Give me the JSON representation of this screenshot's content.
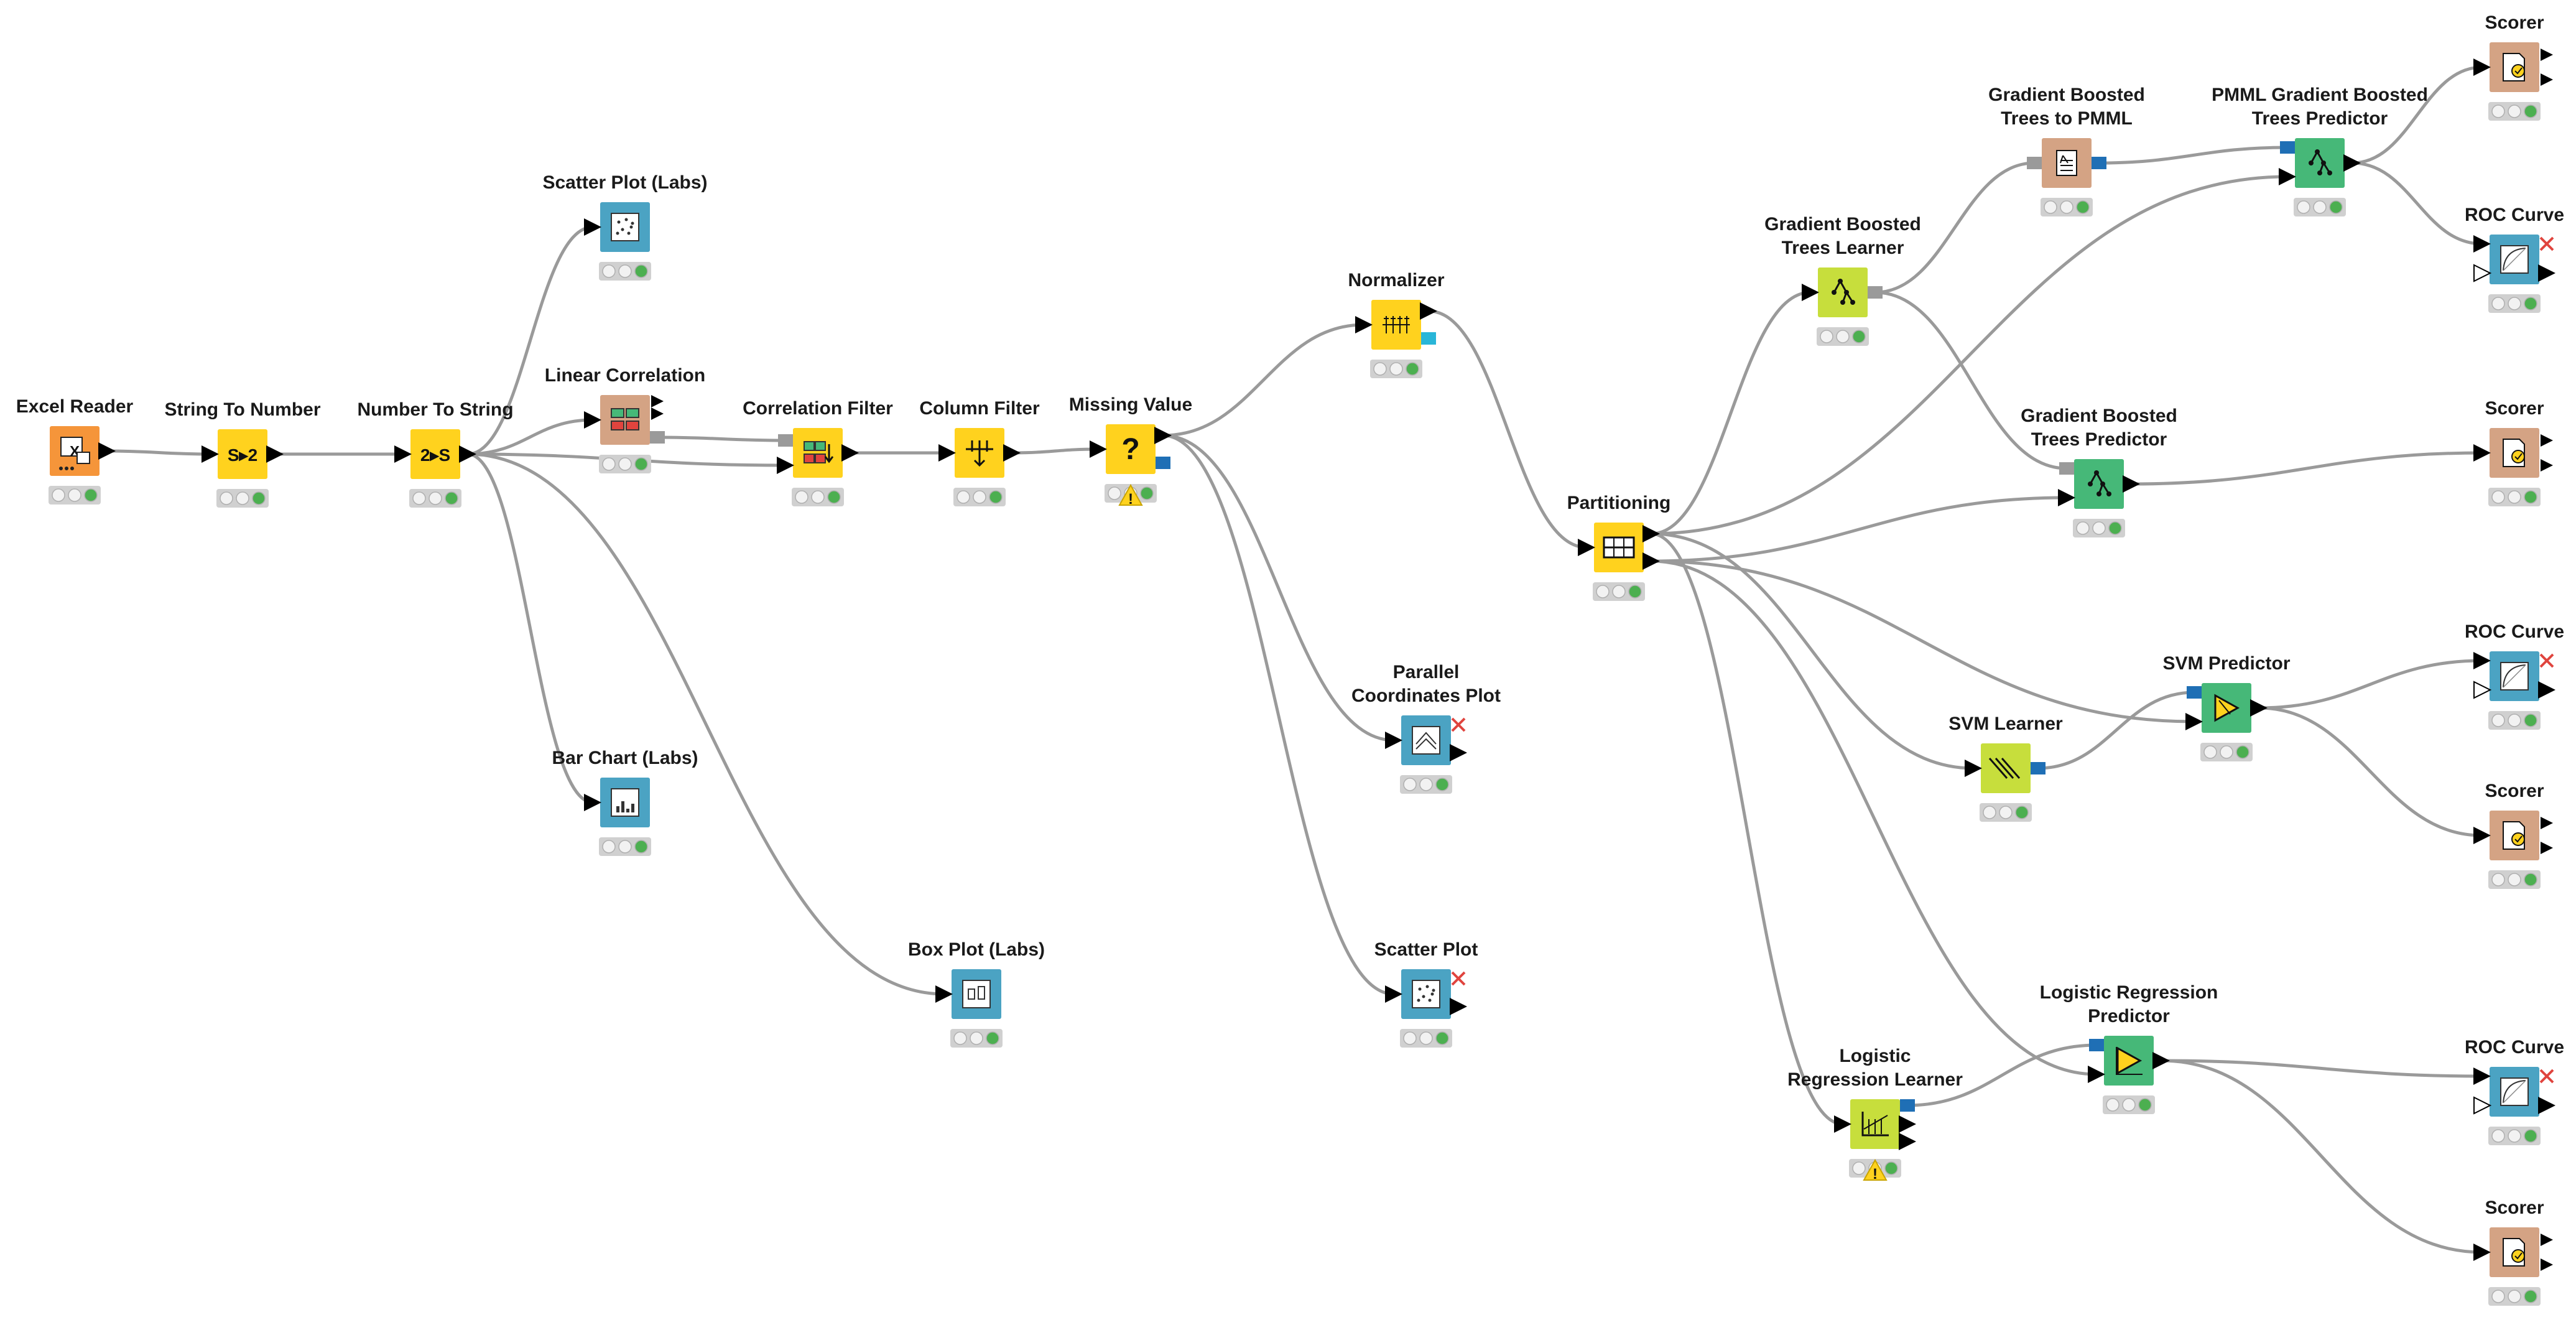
{
  "workflow": {
    "colors": {
      "source": "#F5953A",
      "manipulator": "#FFD21E",
      "learner": "#C7DE3C",
      "predictor": "#46B878",
      "visualizer": "#4BA3C3",
      "other": "#D4A384",
      "connection": "#9a9a9a",
      "status_green": "#4caf50",
      "status_empty": "#f2f2f2",
      "warning": "#ffd21e"
    },
    "nodes": [
      {
        "id": "excel-reader",
        "label": [
          "Excel Reader"
        ],
        "category": "source",
        "icon": "excel-icon",
        "warning": false
      },
      {
        "id": "string-to-number",
        "label": [
          "String To Number"
        ],
        "category": "manipulator",
        "icon": "string-to-number-icon",
        "glyph": "S▸2",
        "warning": false
      },
      {
        "id": "number-to-string",
        "label": [
          "Number To String"
        ],
        "category": "manipulator",
        "icon": "number-to-string-icon",
        "glyph": "2▸S",
        "warning": false
      },
      {
        "id": "scatter-plot-labs",
        "label": [
          "Scatter Plot (Labs)"
        ],
        "category": "visualizer",
        "icon": "scatter-plot-icon",
        "warning": false
      },
      {
        "id": "linear-correlation",
        "label": [
          "Linear Correlation"
        ],
        "category": "other",
        "icon": "correlation-matrix-icon",
        "warning": false
      },
      {
        "id": "bar-chart-labs",
        "label": [
          "Bar Chart (Labs)"
        ],
        "category": "visualizer",
        "icon": "bar-chart-icon",
        "warning": false
      },
      {
        "id": "box-plot-labs",
        "label": [
          "Box Plot (Labs)"
        ],
        "category": "visualizer",
        "icon": "box-plot-icon",
        "warning": false
      },
      {
        "id": "correlation-filter",
        "label": [
          "Correlation Filter"
        ],
        "category": "manipulator",
        "icon": "correlation-filter-icon",
        "warning": false
      },
      {
        "id": "column-filter",
        "label": [
          "Column Filter"
        ],
        "category": "manipulator",
        "icon": "column-filter-icon",
        "warning": false
      },
      {
        "id": "missing-value",
        "label": [
          "Missing Value"
        ],
        "category": "manipulator",
        "icon": "question-mark-icon",
        "glyph": "?",
        "warning": true
      },
      {
        "id": "normalizer",
        "label": [
          "Normalizer"
        ],
        "category": "manipulator",
        "icon": "normalizer-icon",
        "warning": false
      },
      {
        "id": "parallel-coordinates-plot",
        "label": [
          "Parallel",
          "Coordinates Plot"
        ],
        "category": "visualizer",
        "icon": "parallel-coordinates-icon",
        "warning": false
      },
      {
        "id": "scatter-plot",
        "label": [
          "Scatter Plot"
        ],
        "category": "visualizer",
        "icon": "scatter-plot-icon",
        "warning": false
      },
      {
        "id": "partitioning",
        "label": [
          "Partitioning"
        ],
        "category": "manipulator",
        "icon": "partitioning-icon",
        "warning": false
      },
      {
        "id": "gbt-learner",
        "label": [
          "Gradient Boosted",
          "Trees Learner"
        ],
        "category": "learner",
        "icon": "tree-learner-icon",
        "warning": false
      },
      {
        "id": "gbt-to-pmml",
        "label": [
          "Gradient Boosted",
          "Trees to PMML"
        ],
        "category": "other",
        "icon": "pmml-export-icon",
        "warning": false
      },
      {
        "id": "pmml-gbt-predictor",
        "label": [
          "PMML Gradient Boosted",
          "Trees Predictor"
        ],
        "category": "predictor",
        "icon": "tree-predictor-icon",
        "warning": false
      },
      {
        "id": "gbt-predictor",
        "label": [
          "Gradient Boosted",
          "Trees Predictor"
        ],
        "category": "predictor",
        "icon": "tree-predictor-icon",
        "warning": false
      },
      {
        "id": "scorer-1",
        "label": [
          "Scorer"
        ],
        "category": "other",
        "icon": "scorer-icon",
        "warning": false
      },
      {
        "id": "roc-curve-1",
        "label": [
          "ROC Curve"
        ],
        "category": "visualizer",
        "icon": "roc-curve-icon",
        "warning": false
      },
      {
        "id": "scorer-2",
        "label": [
          "Scorer"
        ],
        "category": "other",
        "icon": "scorer-icon",
        "warning": false
      },
      {
        "id": "svm-learner",
        "label": [
          "SVM Learner"
        ],
        "category": "learner",
        "icon": "svm-learner-icon",
        "warning": false
      },
      {
        "id": "svm-predictor",
        "label": [
          "SVM Predictor"
        ],
        "category": "predictor",
        "icon": "svm-predictor-icon",
        "warning": false
      },
      {
        "id": "roc-curve-2",
        "label": [
          "ROC Curve"
        ],
        "category": "visualizer",
        "icon": "roc-curve-icon",
        "warning": false
      },
      {
        "id": "scorer-3",
        "label": [
          "Scorer"
        ],
        "category": "other",
        "icon": "scorer-icon",
        "warning": false
      },
      {
        "id": "logreg-learner",
        "label": [
          "Logistic",
          "Regression Learner"
        ],
        "category": "learner",
        "icon": "regression-learner-icon",
        "warning": true
      },
      {
        "id": "logreg-predictor",
        "label": [
          "Logistic Regression",
          "Predictor"
        ],
        "category": "predictor",
        "icon": "regression-predictor-icon",
        "warning": false
      },
      {
        "id": "roc-curve-3",
        "label": [
          "ROC Curve"
        ],
        "category": "visualizer",
        "icon": "roc-curve-icon",
        "warning": false
      },
      {
        "id": "scorer-4",
        "label": [
          "Scorer"
        ],
        "category": "other",
        "icon": "scorer-icon",
        "warning": false
      }
    ]
  }
}
